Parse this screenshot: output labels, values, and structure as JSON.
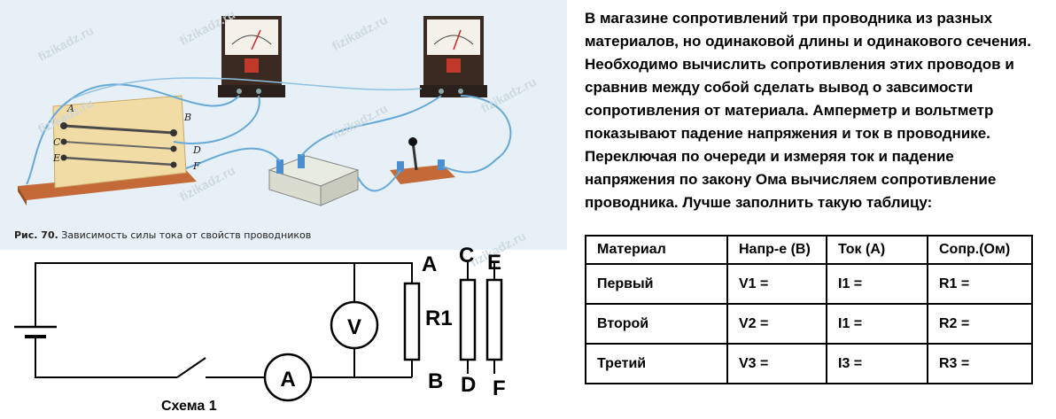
{
  "photo": {
    "caption_number": "Рис. 70.",
    "caption_text": "Зависимость силы тока от свойств проводников",
    "terminal_labels": [
      "A",
      "B",
      "C",
      "D",
      "E",
      "F"
    ],
    "watermark": "fizikadz.ru"
  },
  "description": "В магазине сопротивлений три проводника из разных материалов, но одинаковой длины и одинакового сечения. Необходимо вычислить сопротивления этих проводов и сравнив между собой сделать вывод о завсимости сопротивления от материала. Амперметр и вольтметр показывают падение напряжения и ток в проводнике. Переключая по очереди и измеряя ток и падение напряжения по закону Ома вычисляем сопротивление проводника. Лучше заполнить такую таблицу:",
  "circuit": {
    "voltmeter_label": "V",
    "ammeter_label": "A",
    "resistor_label": "R1",
    "terminal_a": "A",
    "terminal_b": "B",
    "terminal_c": "C",
    "terminal_d": "D",
    "terminal_e": "E",
    "terminal_f": "F",
    "schema_label": "Схема 1"
  },
  "table": {
    "headers": [
      "Материал",
      "Напр-е (В)",
      "Ток (А)",
      "Сопр.(Ом)"
    ],
    "rows": [
      [
        "Первый",
        "V1 =",
        "I1 =",
        "R1 ="
      ],
      [
        "Второй",
        "V2 =",
        "I1 =",
        "R2 ="
      ],
      [
        "Третий",
        "V3 =",
        "I3 =",
        "R3 ="
      ]
    ]
  }
}
